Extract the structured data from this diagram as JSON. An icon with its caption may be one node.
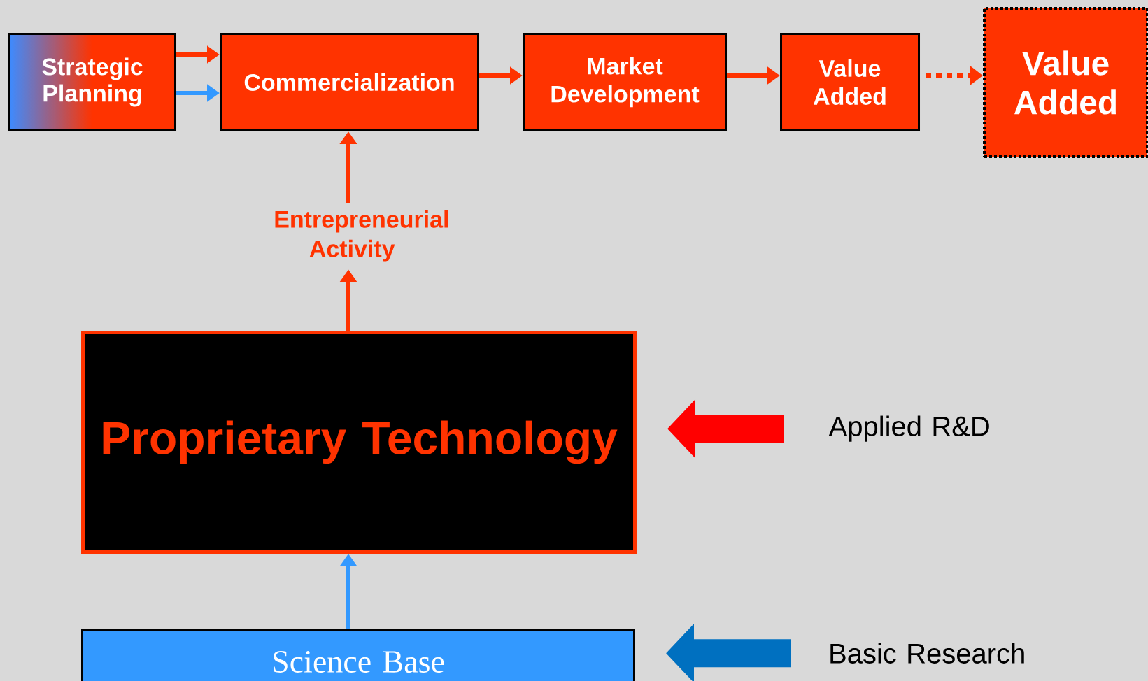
{
  "diagram": {
    "nodes": [
      {
        "text": [
          "Strategic Planning"
        ]
      },
      {
        "text": [
          "Commercialization"
        ]
      },
      {
        "text": [
          "Market Development"
        ]
      },
      {
        "text": [
          "Value Added"
        ]
      },
      {
        "text": [
          "Value Added"
        ]
      },
      {
        "text": [
          "Entrepreneurial Activity"
        ]
      },
      {
        "text": [
          "Proprietary Technology"
        ]
      },
      {
        "text": [
          "Science Base"
        ]
      },
      {
        "text": [
          "Applied R&D"
        ]
      },
      {
        "text": [
          "Basic Research"
        ]
      }
    ],
    "edges": [
      {
        "from": 0,
        "to": 1,
        "arrow": "to"
      },
      {
        "from": 0,
        "to": 1,
        "arrow": "to",
        "color": "#3399ff"
      },
      {
        "from": 1,
        "to": 2,
        "arrow": "to"
      },
      {
        "from": 2,
        "to": 3,
        "arrow": "to"
      },
      {
        "from": 3,
        "to": 4,
        "arrow": "to",
        "style": "dashed"
      },
      {
        "from": 6,
        "to": 5,
        "arrow": "to"
      },
      {
        "from": 5,
        "to": 1,
        "arrow": "to"
      },
      {
        "from": 7,
        "to": 6,
        "arrow": "to",
        "color": "#3399ff"
      },
      {
        "from": 8,
        "to": 6,
        "arrow": "to",
        "style": "thick",
        "color": "#ff0000"
      },
      {
        "from": 9,
        "to": 7,
        "arrow": "to",
        "style": "thick",
        "color": "#0070c0"
      }
    ]
  }
}
